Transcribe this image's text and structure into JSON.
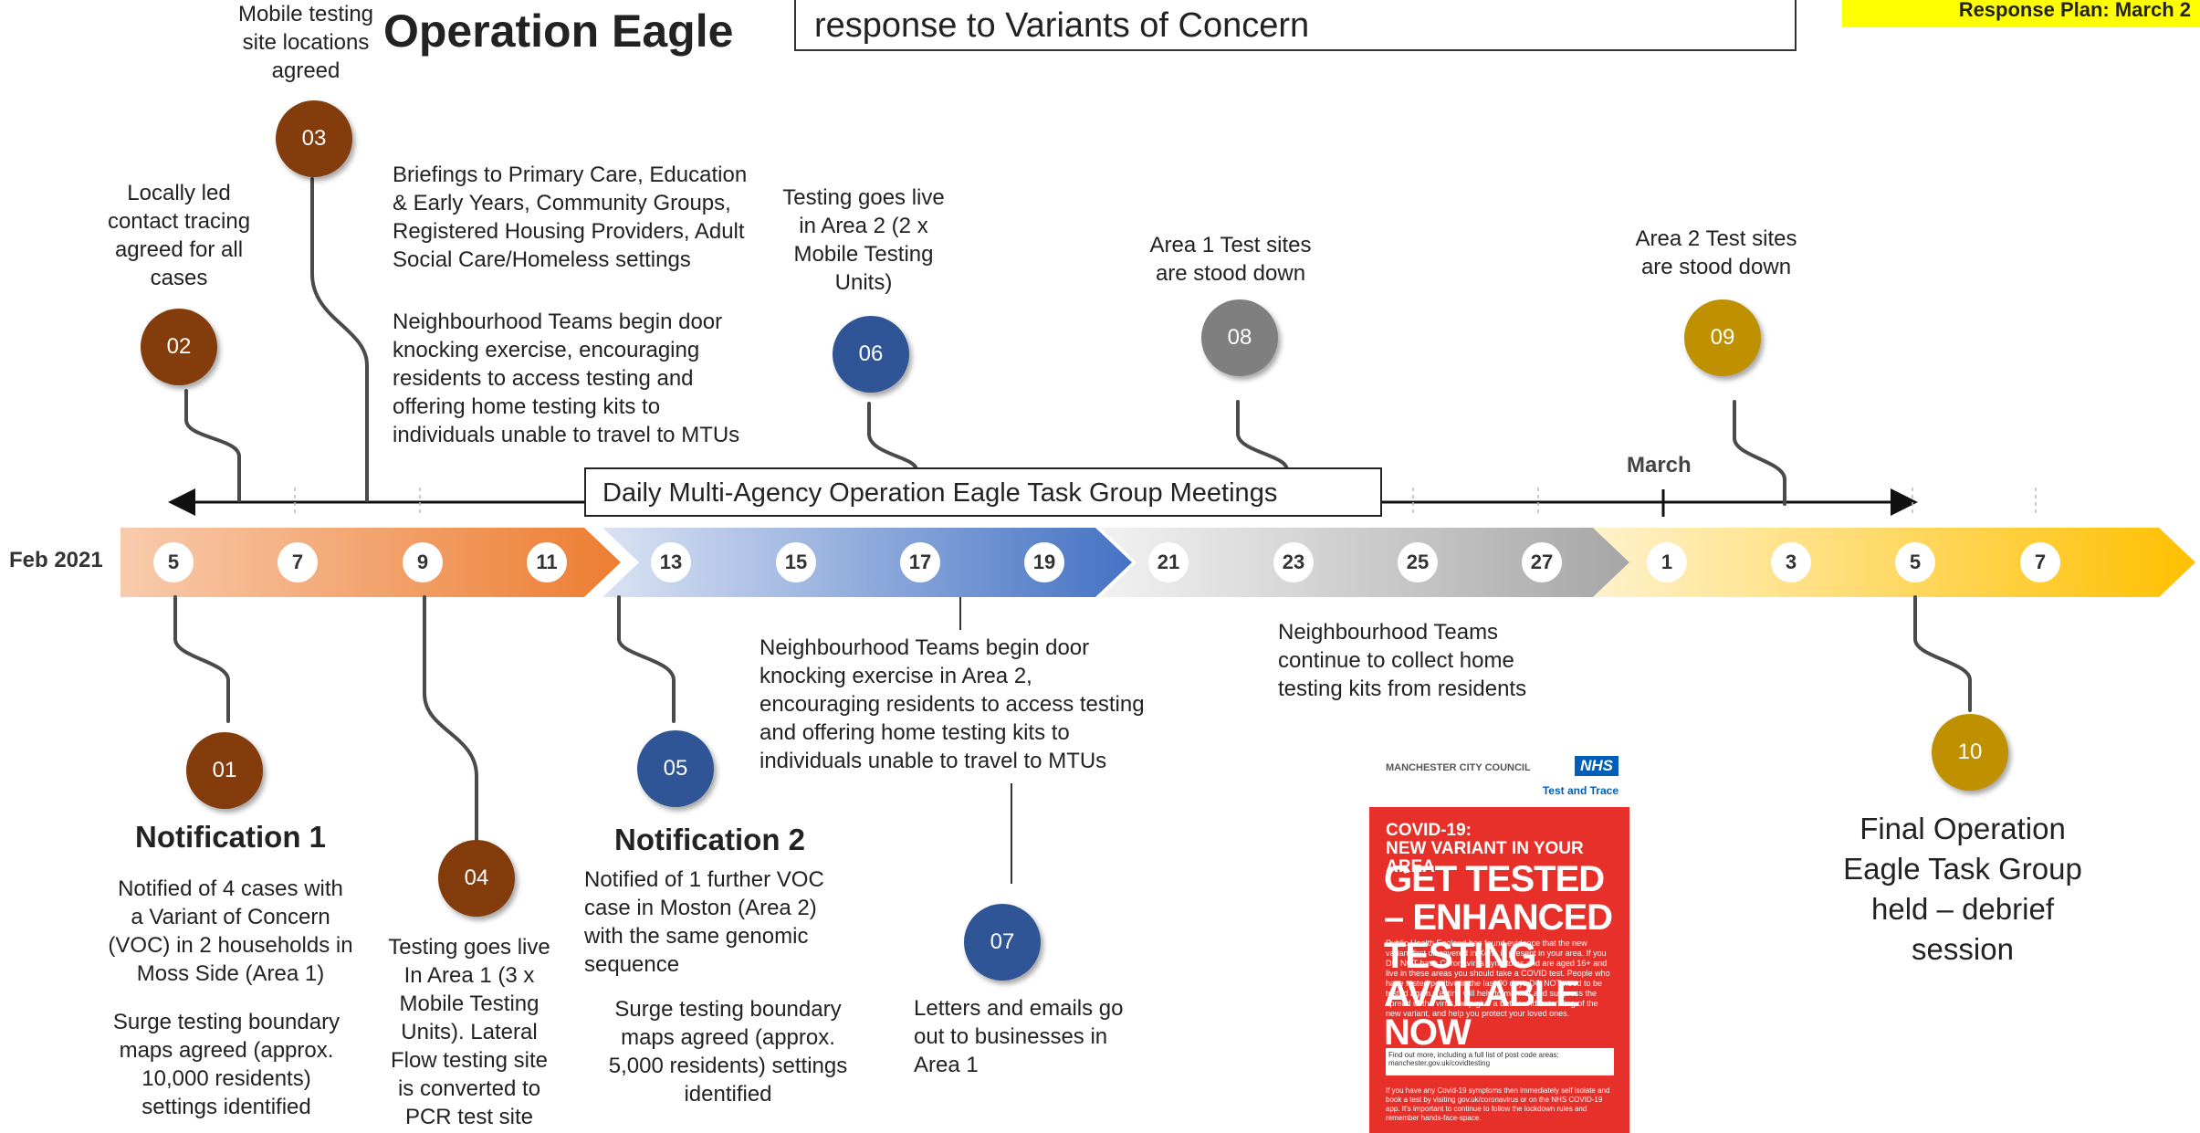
{
  "title": "Operation Eagle",
  "subtitle_box": "response to Variants of Concern",
  "corner_label": "Response Plan: March 2",
  "axis_label": "Feb 2021",
  "month_marker": "March",
  "meeting_box": "Daily Multi-Agency Operation Eagle Task Group Meetings",
  "dates": [
    {
      "label": "5",
      "segment": "orange"
    },
    {
      "label": "7",
      "segment": "orange"
    },
    {
      "label": "9",
      "segment": "orange"
    },
    {
      "label": "11",
      "segment": "orange"
    },
    {
      "label": "13",
      "segment": "blue"
    },
    {
      "label": "15",
      "segment": "blue"
    },
    {
      "label": "17",
      "segment": "blue"
    },
    {
      "label": "19",
      "segment": "blue"
    },
    {
      "label": "21",
      "segment": "grey"
    },
    {
      "label": "23",
      "segment": "grey"
    },
    {
      "label": "25",
      "segment": "grey"
    },
    {
      "label": "27",
      "segment": "grey"
    },
    {
      "label": "1",
      "segment": "gold"
    },
    {
      "label": "3",
      "segment": "gold"
    },
    {
      "label": "5",
      "segment": "gold"
    },
    {
      "label": "7",
      "segment": "gold"
    }
  ],
  "milestones": {
    "m01": {
      "num": "01",
      "color": "brown"
    },
    "m02": {
      "num": "02",
      "color": "brown"
    },
    "m03": {
      "num": "03",
      "color": "brown"
    },
    "m04": {
      "num": "04",
      "color": "brown"
    },
    "m05": {
      "num": "05",
      "color": "blue"
    },
    "m06": {
      "num": "06",
      "color": "blue"
    },
    "m07": {
      "num": "07",
      "color": "blue"
    },
    "m08": {
      "num": "08",
      "color": "grey"
    },
    "m09": {
      "num": "09",
      "color": "gold"
    },
    "m10": {
      "num": "10",
      "color": "gold"
    }
  },
  "texts": {
    "mobile_sites": [
      "Mobile testing",
      "site locations",
      "agreed"
    ],
    "local_tracing": [
      "Locally led",
      "contact tracing",
      "agreed for all",
      "cases"
    ],
    "briefings": [
      "Briefings to Primary Care, Education",
      "& Early Years, Community Groups,",
      "Registered Housing Providers,  Adult",
      "Social Care/Homeless settings"
    ],
    "door_knock_1": [
      "Neighbourhood Teams begin door",
      "knocking exercise, encouraging",
      "residents to access testing and",
      "offering home testing kits to",
      "individuals unable to travel to MTUs"
    ],
    "testing_area2": [
      "Testing goes live",
      "in Area 2 (2 x",
      "Mobile Testing",
      "Units)"
    ],
    "area1_down": [
      "Area 1 Test sites",
      "are stood down"
    ],
    "area2_down": [
      "Area 2 Test sites",
      "are stood down"
    ],
    "notification1_title": "Notification 1",
    "notification1_body": [
      "Notified of 4 cases with",
      "a Variant of Concern",
      "(VOC) in 2 households in",
      "Moss Side (Area 1)"
    ],
    "surge1": [
      "Surge testing boundary",
      "maps agreed (approx.",
      "10,000 residents)",
      "settings identified"
    ],
    "testing_area1": [
      "Testing goes live",
      "In Area 1 (3 x",
      "Mobile Testing",
      "Units).  Lateral",
      "Flow testing site",
      "is converted to",
      "PCR test site"
    ],
    "notification2_title": "Notification 2",
    "notification2_body": [
      "Notified of 1 further VOC",
      "case in Moston (Area 2)",
      "with the same genomic",
      "sequence"
    ],
    "surge2": [
      "Surge testing boundary",
      "maps agreed (approx.",
      "5,000 residents) settings",
      "identified"
    ],
    "door_knock_2": [
      "Neighbourhood Teams begin door",
      "knocking exercise in Area 2,",
      "encouraging residents to access testing",
      "and offering home testing kits to",
      "individuals unable to travel to MTUs"
    ],
    "letters": [
      "Letters and emails go",
      "out to businesses in",
      "Area 1"
    ],
    "collect_kits": [
      "Neighbourhood Teams",
      "continue to collect home",
      "testing kits from residents"
    ],
    "final": [
      "Final Operation",
      "Eagle Task Group",
      "held – debrief",
      "session"
    ]
  },
  "poster": {
    "council": "MANCHESTER CITY COUNCIL",
    "nhs": "NHS",
    "test_trace": "Test and Trace",
    "headline1": "COVID-19:",
    "headline2": "NEW VARIANT IN YOUR AREA",
    "cta": "GET TESTED – ENHANCED TESTING AVAILABLE NOW",
    "body": "Public Health England has found evidence that the new variant first discovered in Kent, is present in your area. If you DO NOT have Coronavirus symptoms and are aged 16+ and live in these areas you should take a COVID test. People who have tested positive in the last 90 days DO NOT need to be tested again. Testing will help to monitor and suppress the spread of the virus, help give a better understanding of the new variant, and help you protect your loved ones.",
    "find_out": "Find out more, including a full list of post code areas: manchester.gov.uk/covidtesting",
    "footer": "If you have any Covid-19 symptoms then immediately self isolate and book a test by visiting gov.uk/coronavirus or on the NHS COVID-19 app. It's important to continue to follow the lockdown rules and remember hands-face-space."
  },
  "colors": {
    "brown": "#843c0c",
    "blue": "#2f5597",
    "grey": "#7f7f7f",
    "gold": "#bf9000",
    "orange_band": "#ed7d31",
    "blue_band": "#4472c4",
    "grey_band": "#a6a6a6",
    "gold_band": "#ffc000"
  }
}
